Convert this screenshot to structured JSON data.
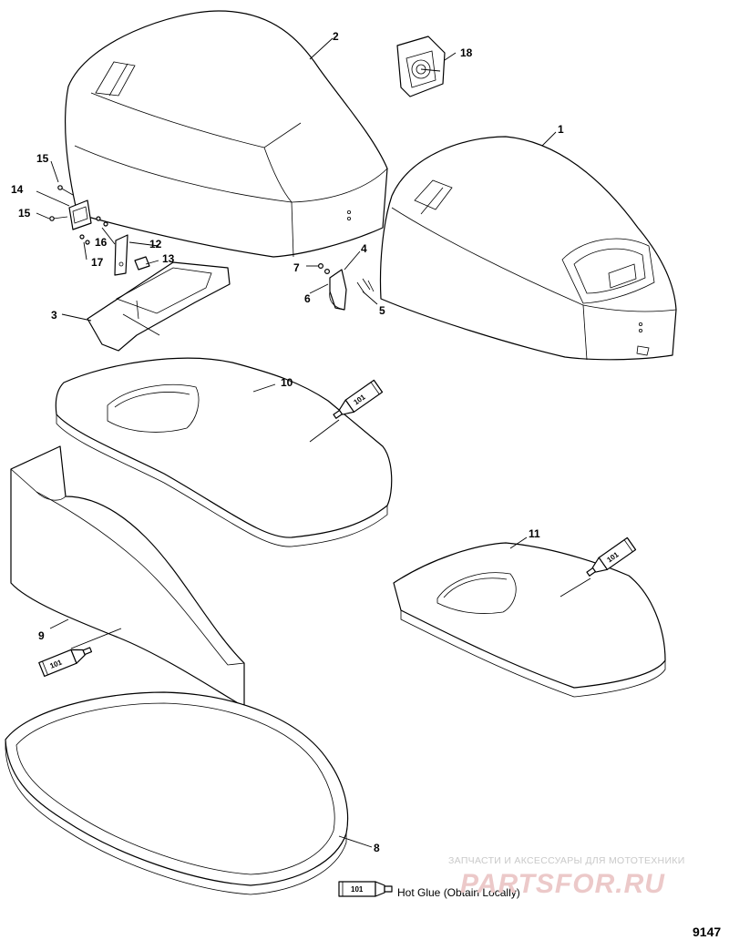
{
  "callouts": {
    "c1": "1",
    "c2": "2",
    "c3": "3",
    "c4": "4",
    "c5": "5",
    "c6": "6",
    "c7": "7",
    "c8": "8",
    "c9": "9",
    "c10": "10",
    "c11": "11",
    "c12": "12",
    "c13": "13",
    "c14": "14",
    "c15a": "15",
    "c15b": "15",
    "c16": "16",
    "c17": "17",
    "c18": "18"
  },
  "tube_label": "101",
  "legend": {
    "code": "101",
    "text": "Hot Glue (Obtain Locally)"
  },
  "watermark": {
    "small": "ЗАПЧАСТИ И АКСЕССУАРЫ ДЛЯ МОТОТЕХНИКИ",
    "big": "PARTSFOR.RU"
  },
  "figure_number": "9147"
}
